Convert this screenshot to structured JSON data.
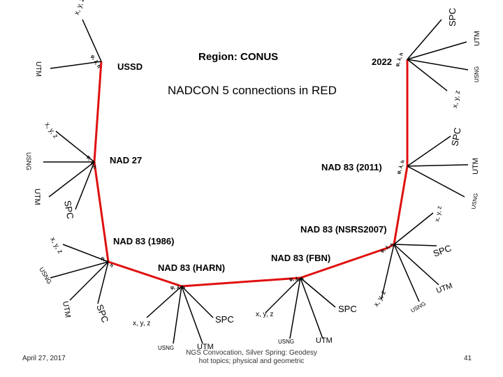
{
  "header": {
    "region_label": "Region:  CONUS",
    "subtitle": "NADCON 5 connections in RED"
  },
  "coord_types": {
    "xyz": "x, y, z",
    "phi_lambda_h": "φ, λ, h",
    "spc": "SPC",
    "utm": "UTM",
    "usng": "USNG"
  },
  "datums": {
    "ussd": "USSD",
    "d2022": "2022",
    "nad27": "NAD 27",
    "nad83_2011": "NAD 83 (2011)",
    "nad83_nsrs2007": "NAD 83 (NSRS2007)",
    "nad83_1986": "NAD 83 (1986)",
    "nad83_fbn": "NAD 83 (FBN)",
    "nad83_harn": "NAD 83 (HARN)"
  },
  "footer": {
    "date": "April 27, 2017",
    "caption_line1": "NGS Convocation, Silver Spring:  Geodesy",
    "caption_line2": "hot topics; physical and geometric",
    "page_number": "41"
  },
  "colors": {
    "connection_red": "#e01010",
    "edge_black": "#000000"
  }
}
